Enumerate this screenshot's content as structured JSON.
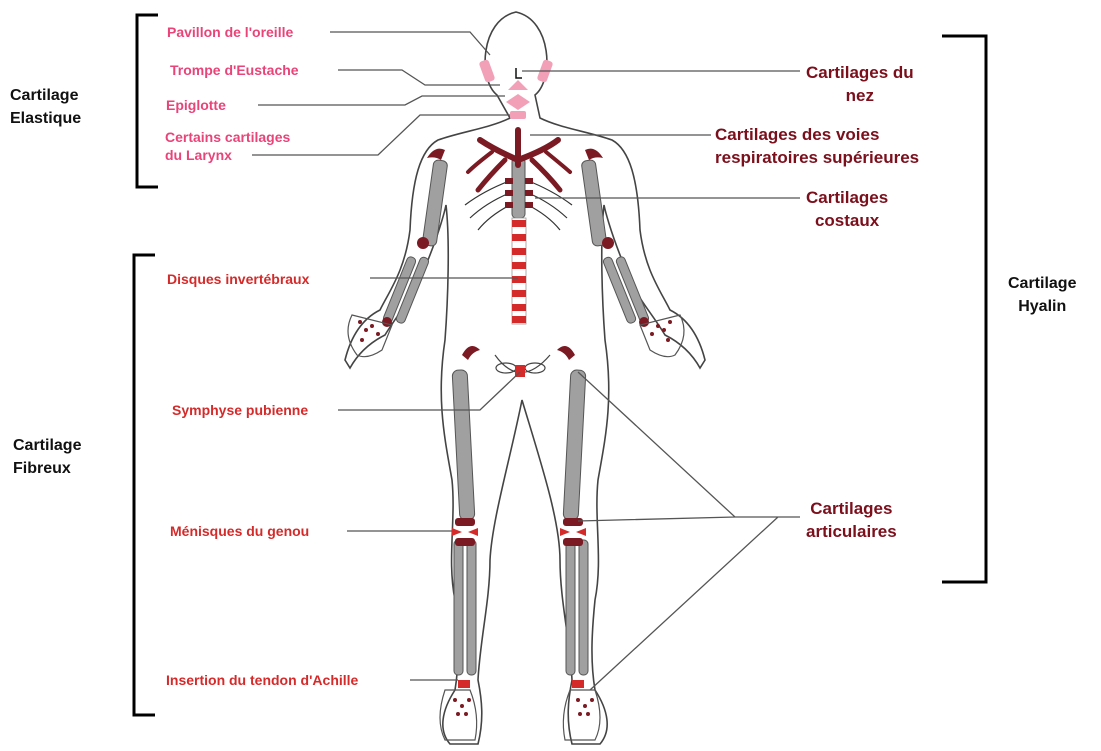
{
  "categories": {
    "elastic": "Cartilage Elastique",
    "elastic_lines": [
      "Cartilage",
      "Elastique"
    ],
    "fibrous": "Cartilage Fibreux",
    "fibrous_lines": [
      "Cartilage",
      "Fibreux"
    ],
    "hyaline": "Cartilage Hyalin",
    "hyaline_lines": [
      "Cartilage",
      "Hyalin"
    ]
  },
  "labels": {
    "elastic": [
      {
        "id": "pavillon",
        "lines": [
          "Pavillon de l'oreille"
        ]
      },
      {
        "id": "trompe",
        "lines": [
          "Trompe d'Eustache"
        ]
      },
      {
        "id": "epiglotte",
        "lines": [
          "Epiglotte"
        ]
      },
      {
        "id": "larynx",
        "lines": [
          "Certains cartilages",
          "du Larynx"
        ]
      }
    ],
    "fibrous": [
      {
        "id": "disques",
        "lines": [
          "Disques invertébraux"
        ]
      },
      {
        "id": "symphyse",
        "lines": [
          "Symphyse pubienne"
        ]
      },
      {
        "id": "menisques",
        "lines": [
          "Ménisques du genou"
        ]
      },
      {
        "id": "achille",
        "lines": [
          "Insertion du tendon d'Achille"
        ]
      }
    ],
    "hyaline": [
      {
        "id": "nez",
        "lines": [
          "Cartilages du",
          "nez"
        ]
      },
      {
        "id": "voies",
        "lines": [
          "Cartilages des voies",
          "respiratoires supérieures"
        ]
      },
      {
        "id": "costaux",
        "lines": [
          "Cartilages",
          "costaux"
        ]
      },
      {
        "id": "articulaires",
        "lines": [
          "Cartilages",
          "articulaires"
        ]
      }
    ]
  },
  "colors": {
    "elastic": "#e8447a",
    "fibrous": "#d52a2a",
    "hyaline": "#7b0f1c",
    "bone": "#9a9a9a",
    "cartilage_dark": "#7b1a22",
    "outline": "#444444"
  }
}
